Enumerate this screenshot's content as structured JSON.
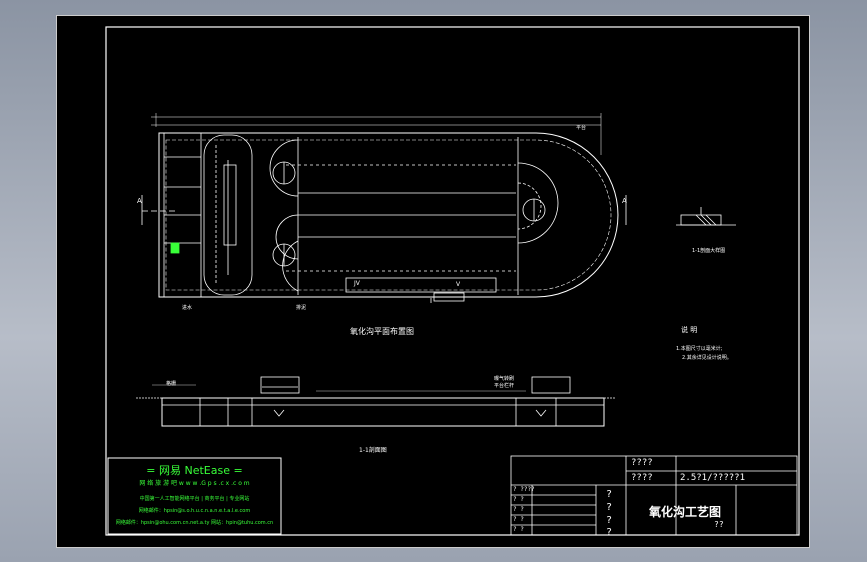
{
  "colors": {
    "background_window": "#9aa2b0",
    "sheet": "#000000",
    "lines": "#ffffff",
    "watermark_text": "#39ff39"
  },
  "drawing": {
    "plan_title": "氧化沟平面布置图",
    "section_title": "1-1剖面图",
    "section_marker_left": "A",
    "section_marker_right": "A",
    "notes_heading": "说 明",
    "notes": [
      "1.本图尺寸以毫米计;",
      "2.其余详见设计说明。"
    ],
    "detail_caption": "1-1剖面大样图",
    "plan_labels": {
      "jv": "JV",
      "v": "V",
      "label_bottom_left": "进水",
      "label_bottom_mid": "排泥",
      "label_top_right": "平台"
    },
    "section_labels": {
      "left": "格栅",
      "right": "曝气转刷",
      "right2": "平台栏杆"
    }
  },
  "watermark": {
    "line1": "= 网易 NetEase =",
    "line2": "网 络 旅 游 吧      w w w .G p s .c x .c o m",
    "line3": "中国第一人工智能网络平台 | 商务平台 | 专业网站",
    "line4": "网络邮件：hpsin@s.o.h.u.c.n.a.n.e.t.a.l.e.com",
    "line5": "网络邮件：hpsin@ohu.com.cn.net.a.ty 网站：hpin@tuhu.com.cn"
  },
  "title_block": {
    "project_name": "????",
    "sheet_no_label": "????",
    "scale_text": "2.5?1/?????1",
    "drawing_title": "氧化沟工艺图",
    "row_labels": [
      "? ????",
      "?  ?",
      "?  ?",
      "?  ?",
      "?  ?"
    ],
    "sign_marks": [
      "?",
      "?",
      "?",
      "?"
    ],
    "page_mark": "??"
  }
}
